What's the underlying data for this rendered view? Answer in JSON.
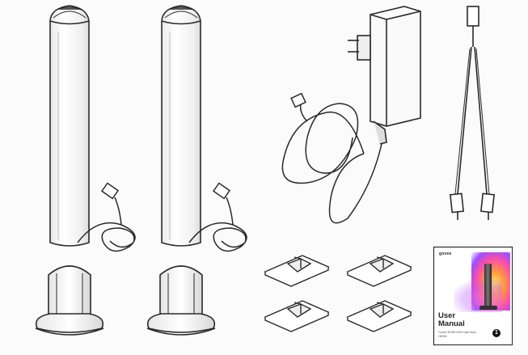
{
  "manual": {
    "brand": "govee",
    "title_line1": "User",
    "title_line2": "Manual",
    "subtitle_line1": "Govee RGBICWW Light Bars",
    "subtitle_line2": "H6056",
    "volume_mark": "1"
  },
  "colors": {
    "line": "#2a2a2a",
    "background": "#fbfbfb"
  }
}
